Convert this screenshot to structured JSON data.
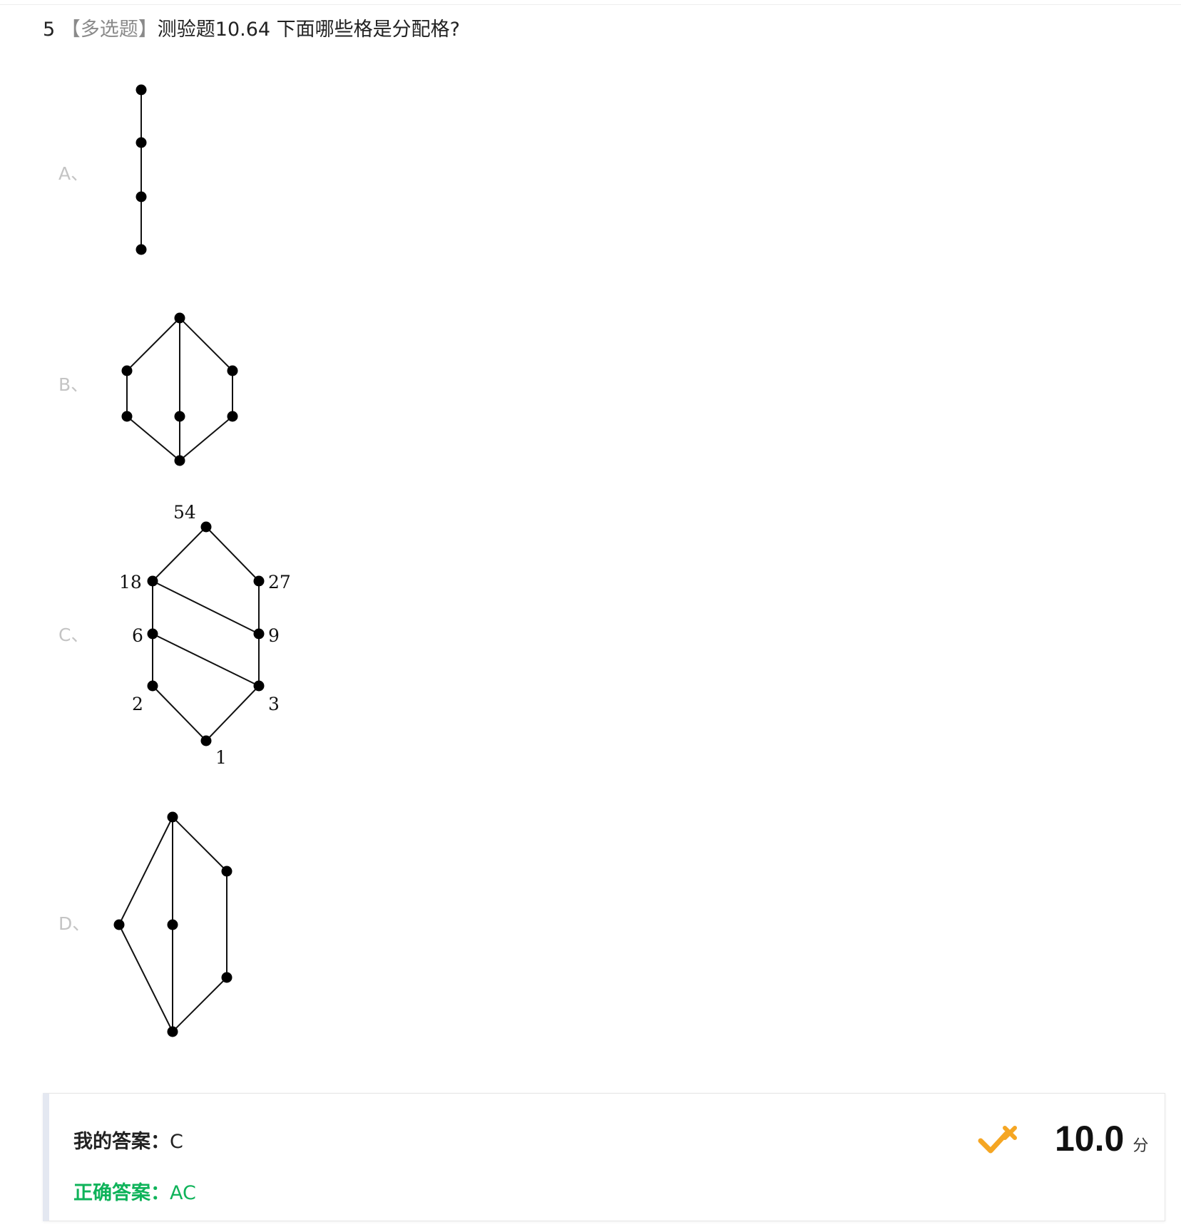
{
  "question": {
    "number": "5",
    "type": "【多选题】",
    "text": "测验题10.64 下面哪些格是分配格?"
  },
  "options": [
    {
      "label": "A、"
    },
    {
      "label": "B、"
    },
    {
      "label": "C、",
      "node_labels": [
        "54",
        "18",
        "27",
        "6",
        "9",
        "2",
        "3",
        "1"
      ]
    },
    {
      "label": "D、"
    }
  ],
  "result": {
    "my_answer_label": "我的答案：",
    "my_answer_value": "C",
    "correct_answer_label": "正确答案：",
    "correct_answer_value": "AC",
    "score": "10.0",
    "score_unit": "分",
    "status_icon": "partial-check-icon",
    "status_color": "#f5a623",
    "correct_color": "#0fb35a"
  }
}
